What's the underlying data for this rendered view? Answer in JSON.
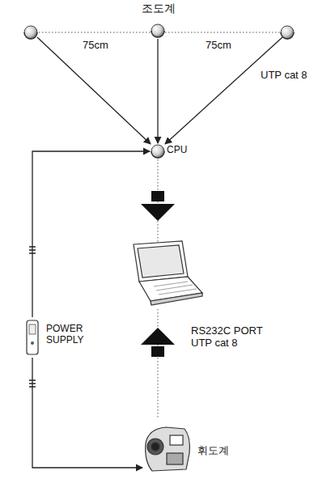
{
  "diagram": {
    "nodes": [
      {
        "text": [
          "조도계"
        ]
      },
      {
        "text": [
          "CPU"
        ]
      },
      {
        "text": [
          "POWER SUPPLY"
        ]
      },
      {
        "text": [
          "휘도계"
        ]
      }
    ],
    "edges": [
      {
        "from": 0,
        "to": 1,
        "arrow": "to"
      },
      {
        "from": 2,
        "to": 1,
        "arrow": "to"
      },
      {
        "from": 2,
        "to": 3,
        "arrow": "to"
      }
    ],
    "labels": [
      "75cm",
      "75cm",
      "UTP cat 8",
      "RS232C PORT UTP cat 8"
    ]
  }
}
